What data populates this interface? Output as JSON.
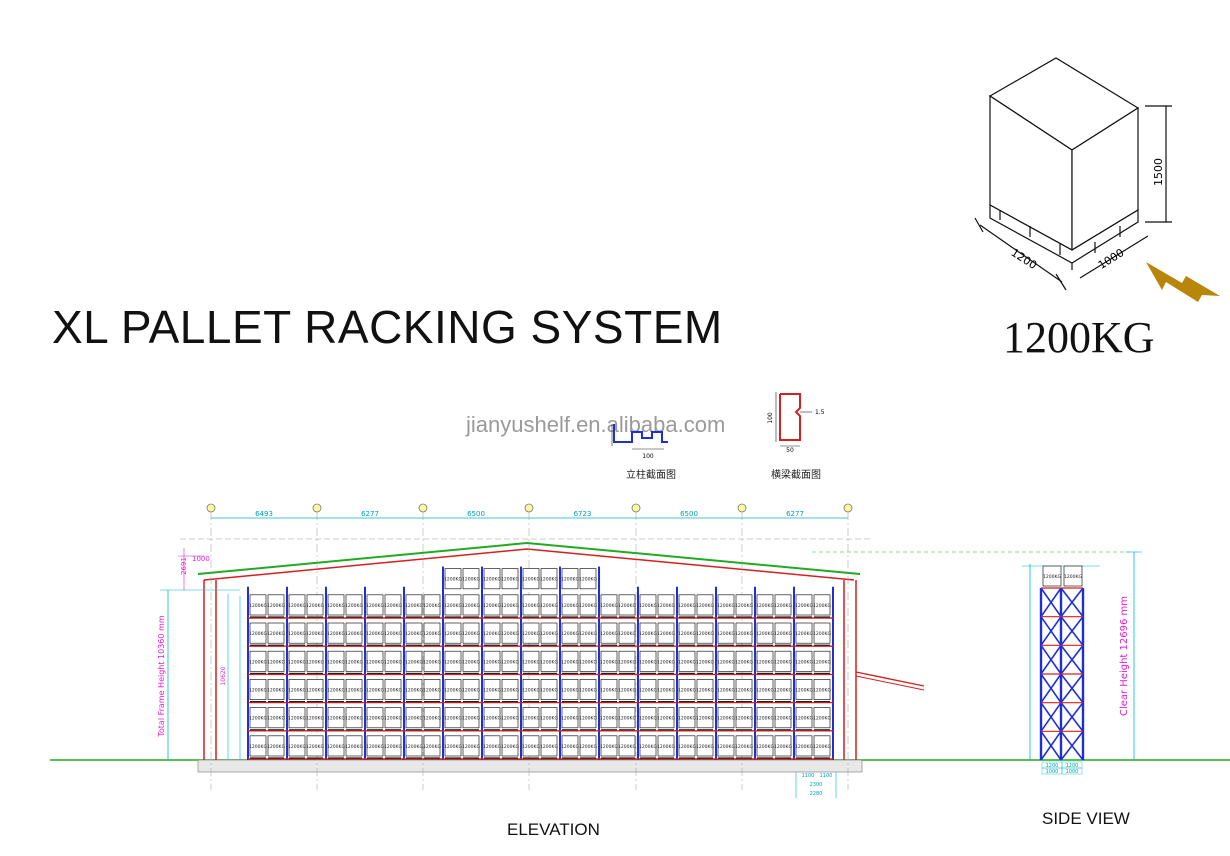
{
  "title": "XL PALLET RACKING SYSTEM",
  "pallet": {
    "weight": "1200KG",
    "dim_height": "1500",
    "dim_length": "1200",
    "dim_width": "1000"
  },
  "watermark": "jianyushelf.en.alibaba.com",
  "sections": {
    "upright_label": "立柱截面图",
    "upright_dim": "100",
    "beam_label": "横梁截面图",
    "beam_dim_h": "100",
    "beam_dim_t": "1.5",
    "beam_dim_w": "50"
  },
  "elevation": {
    "caption": "ELEVATION",
    "bay_spacings": [
      "6493",
      "6277",
      "6500",
      "6723",
      "6500",
      "6277"
    ],
    "left_dim_small": "1000",
    "left_dim_top": "2691",
    "total_height_label": "Total Frame Height 10360 mm",
    "sub_height": "10620",
    "pallet_label": "1200KG",
    "bottom_dims": [
      "1100",
      "1100",
      "2300",
      "2280"
    ]
  },
  "side_view": {
    "caption": "SIDE VIEW",
    "clear_height_label": "Clear Height 12696 mm",
    "pallet_label": "1200KG",
    "bottom_dims": [
      "1200",
      "1200",
      "1000",
      "1000"
    ]
  },
  "colors": {
    "frame_red": "#d42020",
    "roof_green": "#22aa22",
    "rack_blue": "#1f2fd6",
    "dim_cyan": "#00b8c8",
    "dim_magenta": "#e020d0",
    "arrow_gold": "#b8860b",
    "ground_green": "#22aa22"
  }
}
